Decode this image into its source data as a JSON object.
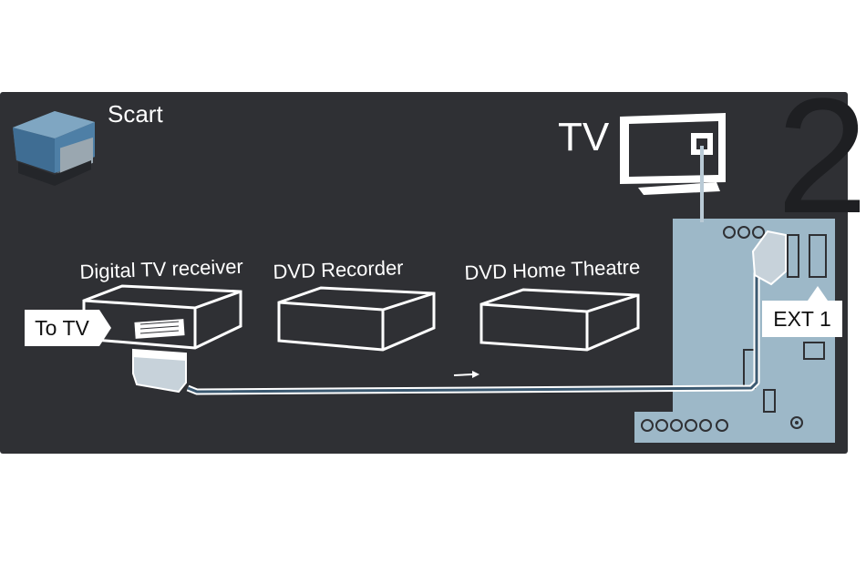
{
  "labels": {
    "scart": "Scart",
    "tv": "TV",
    "step": "2",
    "digital_tv_receiver": "Digital TV receiver",
    "dvd_recorder": "DVD Recorder",
    "dvd_home_theatre": "DVD  Home Theatre",
    "to_tv": "To TV",
    "ext1": "EXT 1"
  },
  "colors": {
    "background": "#2f3034",
    "tv_panel": "#9db8c8",
    "device_outline": "#ffffff",
    "cable": "#b9cad6"
  }
}
